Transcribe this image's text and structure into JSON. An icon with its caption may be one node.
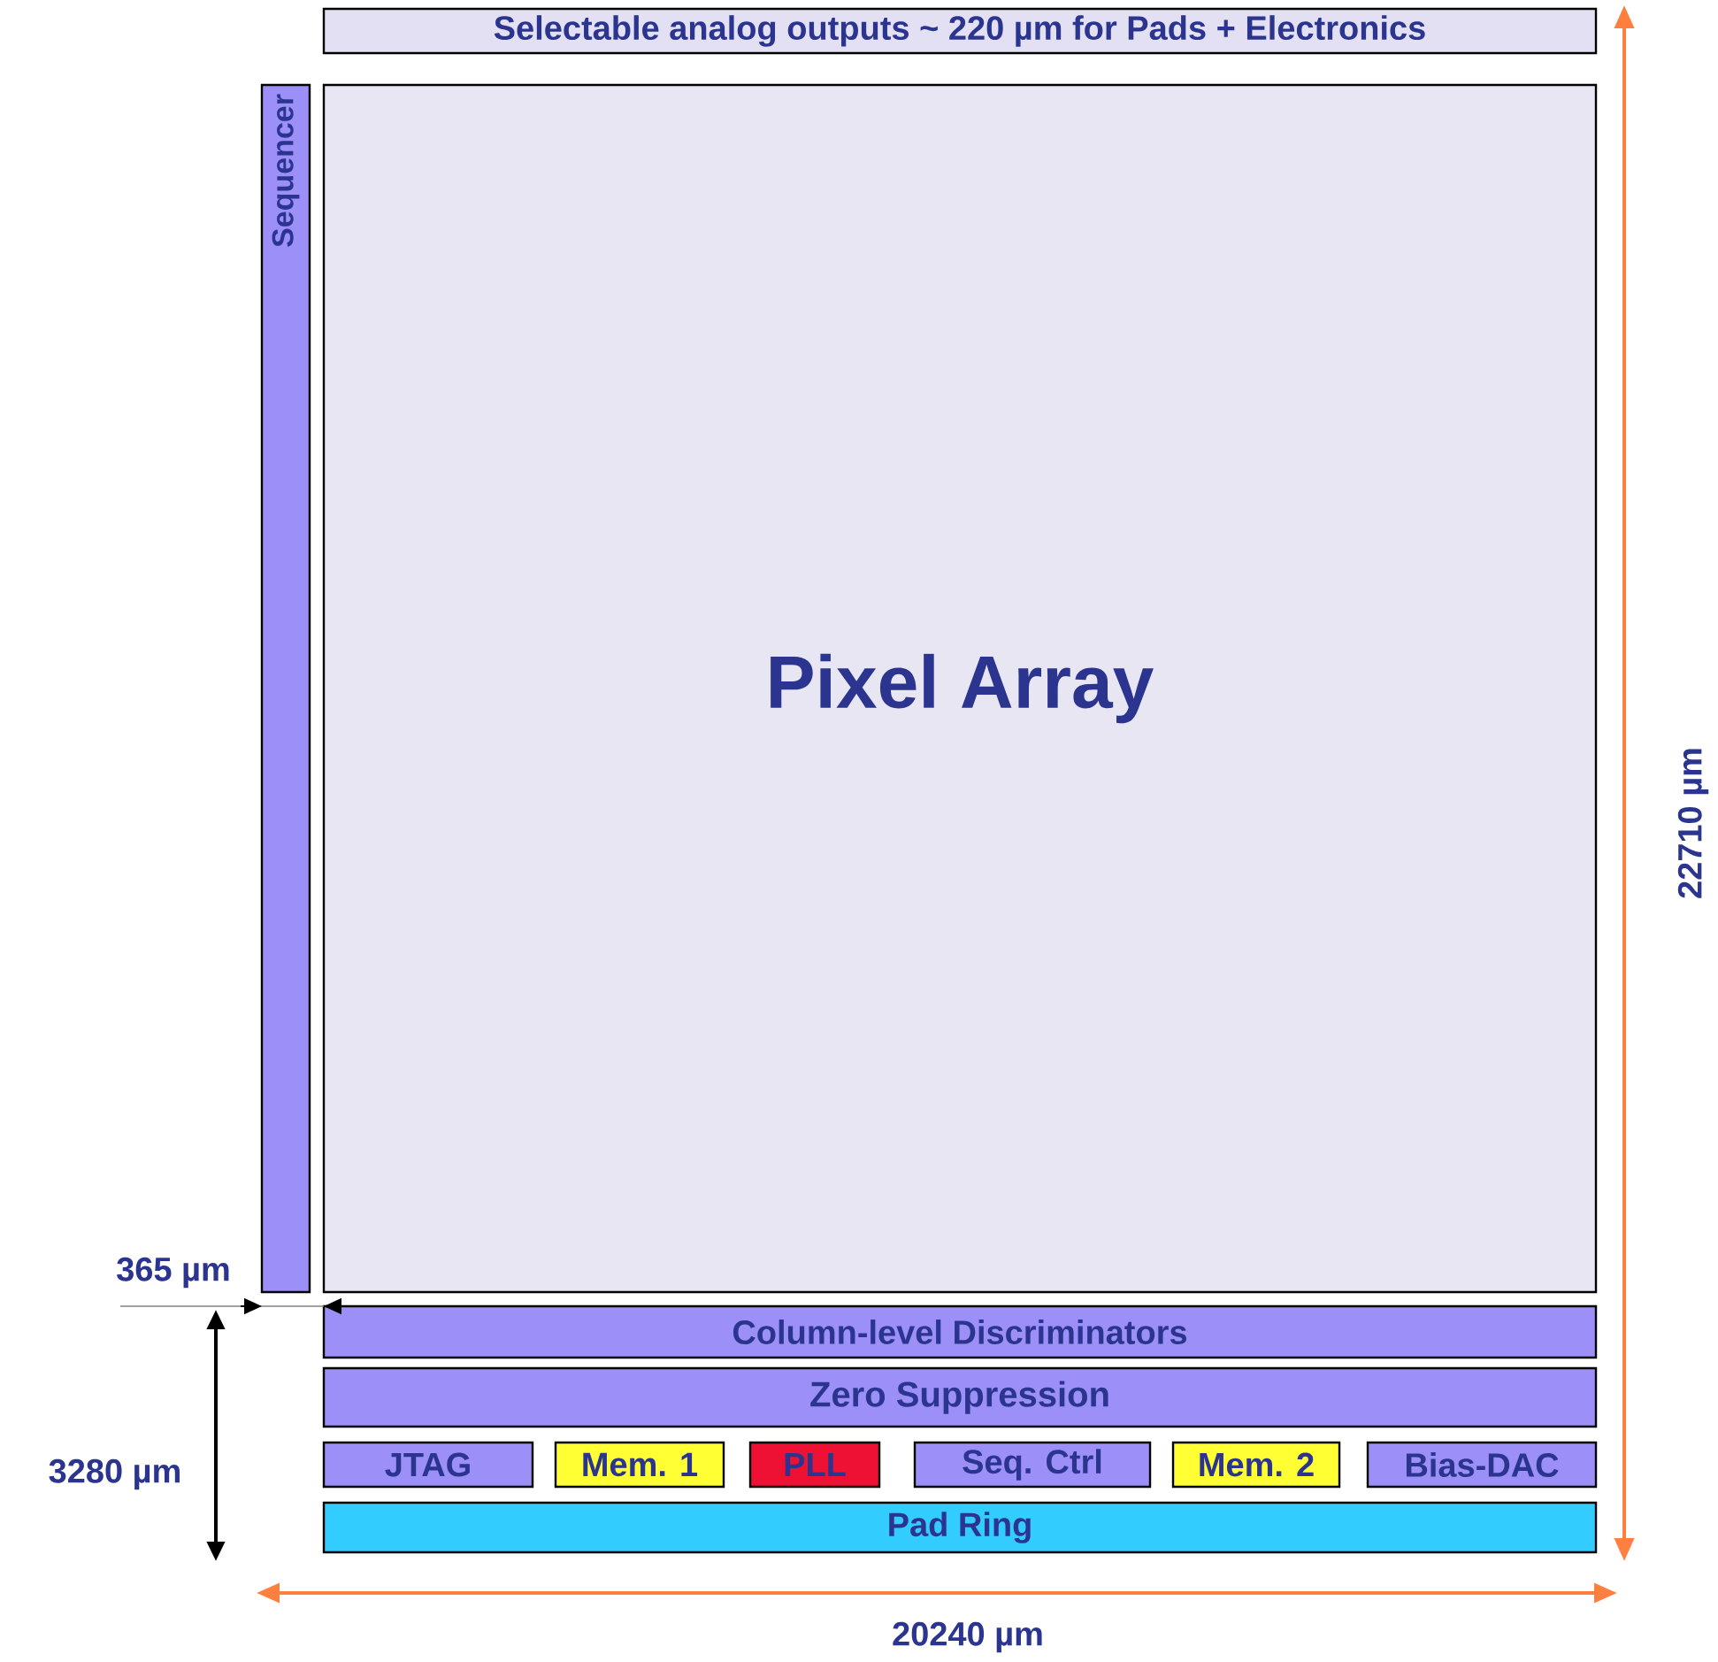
{
  "diagram": {
    "nodes": [
      {
        "text": [
          "Selectable analog outputs ~ 220 µm for Pads + Electronics"
        ]
      },
      {
        "text": [
          "Sequencer"
        ]
      },
      {
        "text": [
          "Pixel Array"
        ]
      },
      {
        "text": [
          "Column-level Discriminators"
        ]
      },
      {
        "text": [
          "Zero Suppression"
        ]
      },
      {
        "text": [
          "JTAG"
        ]
      },
      {
        "text": [
          "Mem. 1"
        ]
      },
      {
        "text": [
          "PLL"
        ]
      },
      {
        "text": [
          "Seq. Ctrl"
        ]
      },
      {
        "text": [
          "Mem. 2"
        ]
      },
      {
        "text": [
          "Bias-DAC"
        ]
      },
      {
        "text": [
          "Pad Ring"
        ]
      }
    ],
    "edges": [],
    "labels": [
      "365 µm",
      "3280 µm",
      "20240 µm",
      "22710 µm"
    ]
  }
}
